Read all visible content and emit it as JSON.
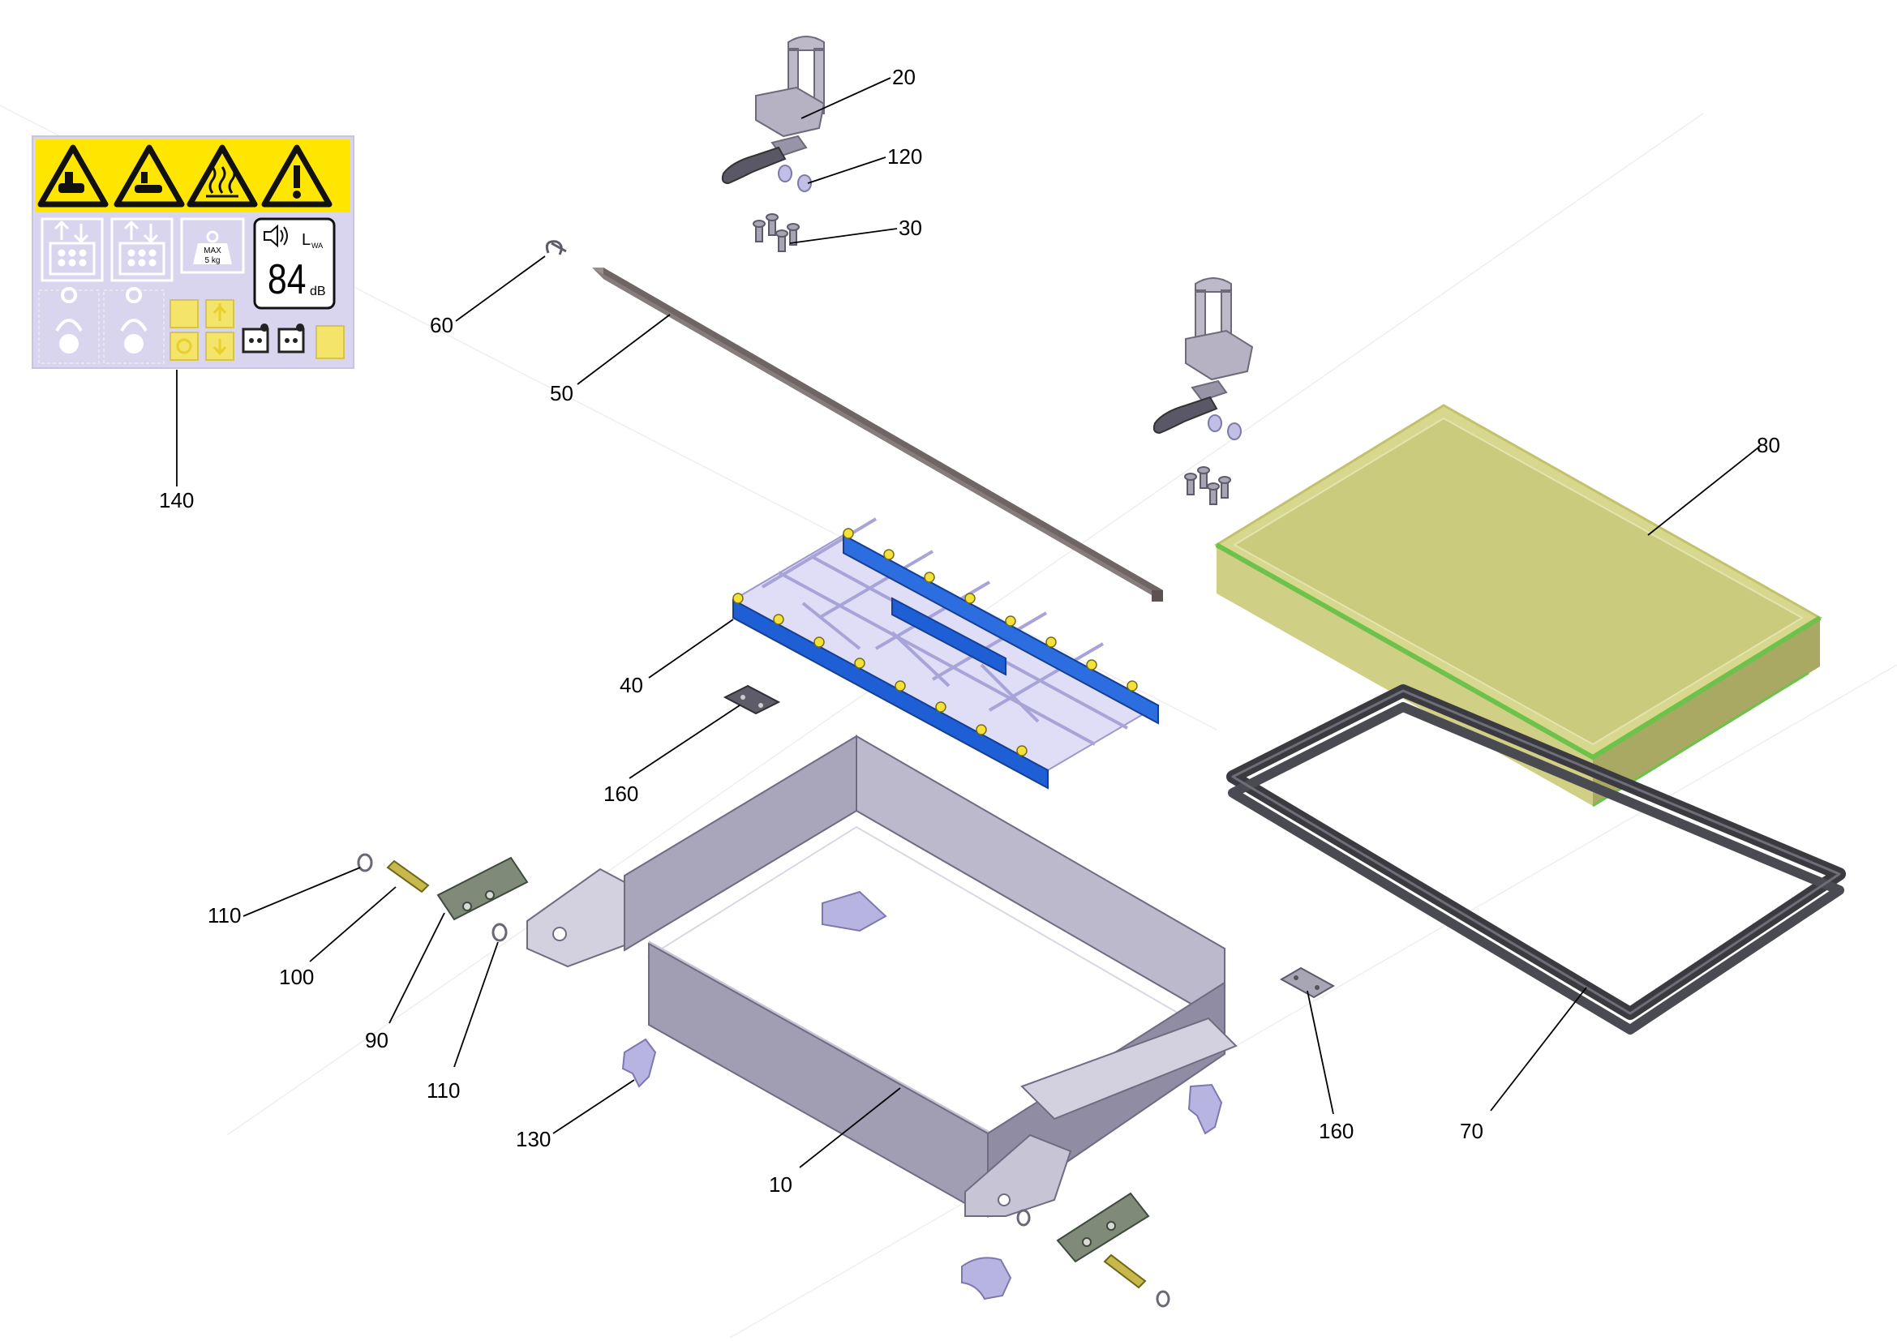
{
  "colors": {
    "frame": "#a9a6bc",
    "frame_dark": "#858298",
    "frame_light": "#d3d1e0",
    "tray_top": "#d6d68c",
    "tray_side": "#b8b86f",
    "tray_rim": "#6cc24a",
    "gasket": "#3c3c42",
    "grid_blue": "#1f5fd6",
    "grid_lilac": "#c8c4ee",
    "yellow": "#f4e23a",
    "rod": "#8a7f7f",
    "label_bg": "#d9d5ee",
    "warning_yellow": "#ffe600"
  },
  "label_140": {
    "sound_power_symbol": "L",
    "sound_power_sub": "WA",
    "sound_value": "84",
    "sound_unit": "dB",
    "max_weight_title": "MAX",
    "max_weight_value": "5 kg",
    "icons": [
      "crush-hazard-icon",
      "hand-injury-icon",
      "hot-surface-icon",
      "general-warning-icon",
      "load-unload-icon",
      "load-unload-icon",
      "max-load-icon",
      "sound-level-icon",
      "lift-person-icon",
      "lift-person-icon",
      "tray-status-icon",
      "safety-lock-icon",
      "safety-lock-icon"
    ]
  },
  "callouts": [
    {
      "id": "c20",
      "text": "20"
    },
    {
      "id": "c120",
      "text": "120"
    },
    {
      "id": "c30",
      "text": "30"
    },
    {
      "id": "c60",
      "text": "60"
    },
    {
      "id": "c50",
      "text": "50"
    },
    {
      "id": "c140",
      "text": "140"
    },
    {
      "id": "c80",
      "text": "80"
    },
    {
      "id": "c40",
      "text": "40"
    },
    {
      "id": "c160a",
      "text": "160"
    },
    {
      "id": "c110a",
      "text": "110"
    },
    {
      "id": "c100",
      "text": "100"
    },
    {
      "id": "c90",
      "text": "90"
    },
    {
      "id": "c110b",
      "text": "110"
    },
    {
      "id": "c130",
      "text": "130"
    },
    {
      "id": "c10",
      "text": "10"
    },
    {
      "id": "c160b",
      "text": "160"
    },
    {
      "id": "c70",
      "text": "70"
    }
  ]
}
